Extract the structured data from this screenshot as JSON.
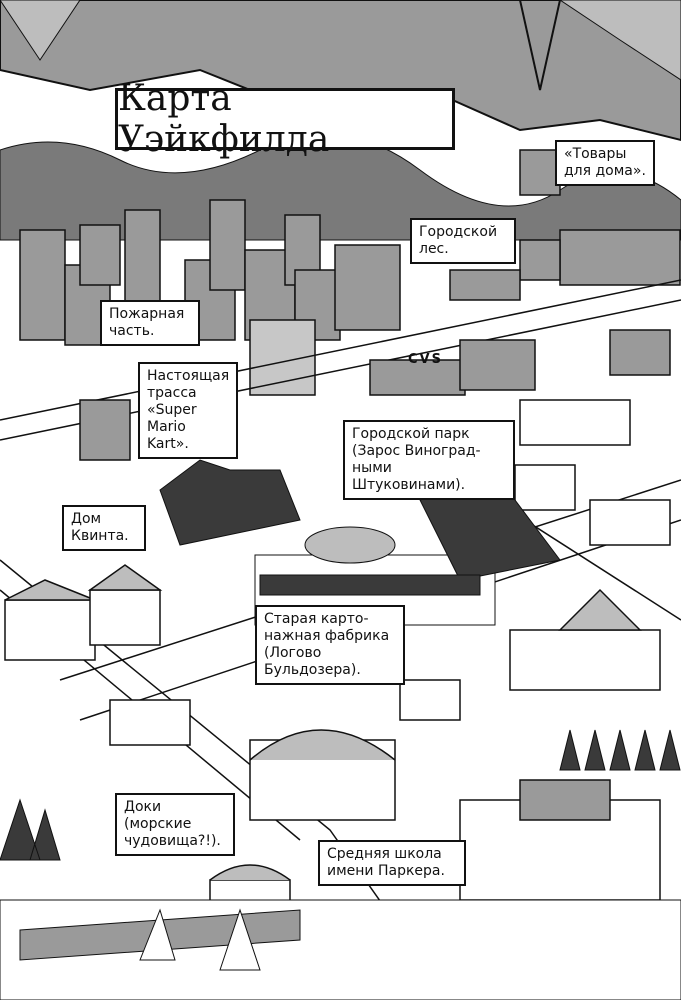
{
  "title": "Карта Уэйкфилда",
  "labels": {
    "home_goods": "«Товары для дома».",
    "city_forest": "Городской лес.",
    "fire_station": "Пожарная часть.",
    "race_track": "Настоящая трасса «Super Mario Kart».",
    "city_park": "Городской парк (Зарос Виноград-ными Штуковинами).",
    "quint_house": "Дом Квинта.",
    "box_factory": "Старая карто-нажная фабрика (Логово Бульдозера).",
    "docks": "Доки (морские чудовища?!).",
    "high_school": "Средняя школа имени Паркера."
  },
  "store_sign": "CVS",
  "colors": {
    "gray": "#9a9a9a",
    "dark": "#3a3a3a",
    "ink": "#111111"
  }
}
